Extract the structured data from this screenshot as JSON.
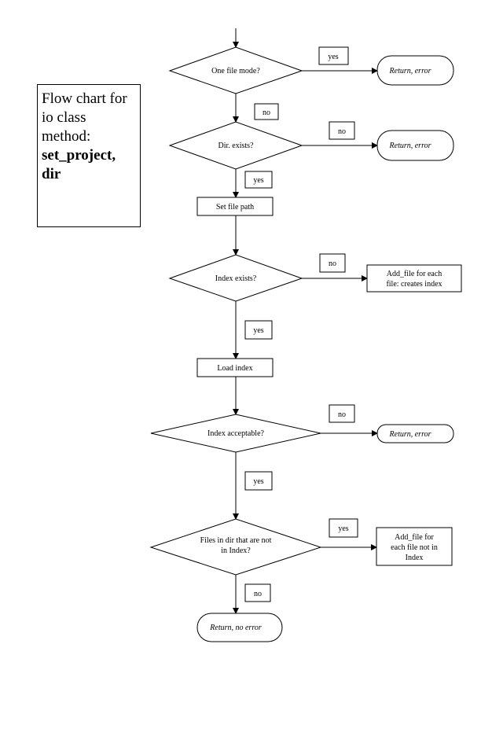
{
  "title_box": {
    "text": "Flow chart for io class method:",
    "method": "set_project, dir"
  },
  "nodes": {
    "d1": "One file mode?",
    "t1": "Return, error",
    "d2": "Dir. exists?",
    "t2": "Return, error",
    "p1": "Set file path",
    "d3": "Index exists?",
    "p2": [
      "Add_file for each",
      "file: creates index"
    ],
    "p3": "Load index",
    "d4": "Index acceptable?",
    "t3": "Return, error",
    "d5": [
      "Files in dir that are not",
      "in Index?"
    ],
    "p4": [
      "Add_file for",
      "each file not in",
      "Index"
    ],
    "t4": "Return, no error"
  },
  "labels": {
    "d1_right": "yes",
    "d1_down": "no",
    "d2_right": "no",
    "d2_down": "yes",
    "d3_right": "no",
    "d3_down": "yes",
    "d4_right": "no",
    "d4_down": "yes",
    "d5_right": "yes",
    "d5_down": "no"
  }
}
